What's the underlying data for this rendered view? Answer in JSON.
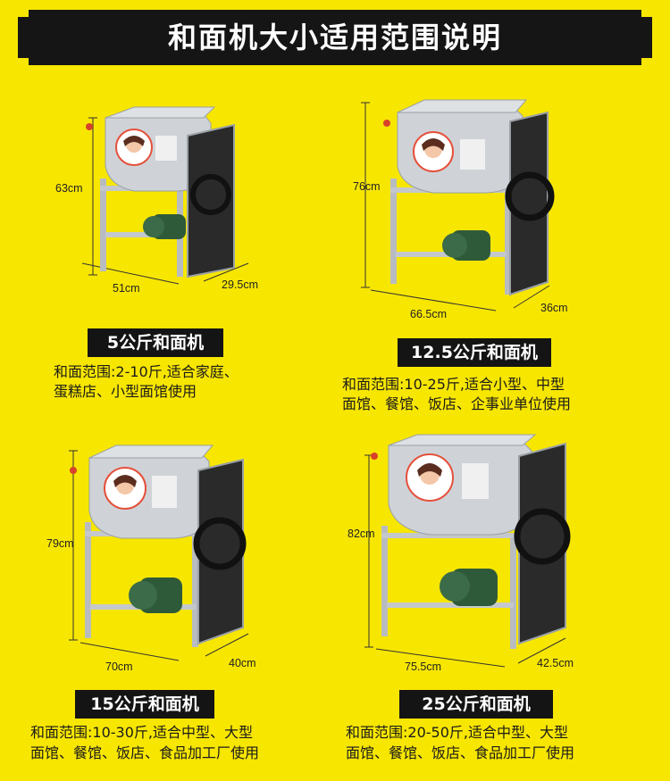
{
  "banner": {
    "title": "和面机大小适用范围说明"
  },
  "models": [
    {
      "name": "5公斤和面机",
      "height": "63cm",
      "width": "51cm",
      "depth": "29.5cm",
      "line1": "和面范围:2-10斤,适合家庭、",
      "line2": "蛋糕店、小型面馆使用"
    },
    {
      "name": "12.5公斤和面机",
      "height": "76cm",
      "width": "66.5cm",
      "depth": "36cm",
      "line1": "和面范围:10-25斤,适合小型、中型",
      "line2": "面馆、餐馆、饭店、企事业单位使用"
    },
    {
      "name": "15公斤和面机",
      "height": "79cm",
      "width": "70cm",
      "depth": "40cm",
      "line1": "和面范围:10-30斤,适合中型、大型",
      "line2": "面馆、餐馆、饭店、食品加工厂使用"
    },
    {
      "name": "25公斤和面机",
      "height": "82cm",
      "width": "75.5cm",
      "depth": "42.5cm",
      "line1": "和面范围:20-50斤,适合中型、大型",
      "line2": "面馆、餐馆、饭店、食品加工厂使用"
    }
  ],
  "colors": {
    "background": "#f7e600",
    "banner": "#151515",
    "steel": "#c9cdd1",
    "guard": "#2a2a2a",
    "motor": "#2f5a3a"
  }
}
